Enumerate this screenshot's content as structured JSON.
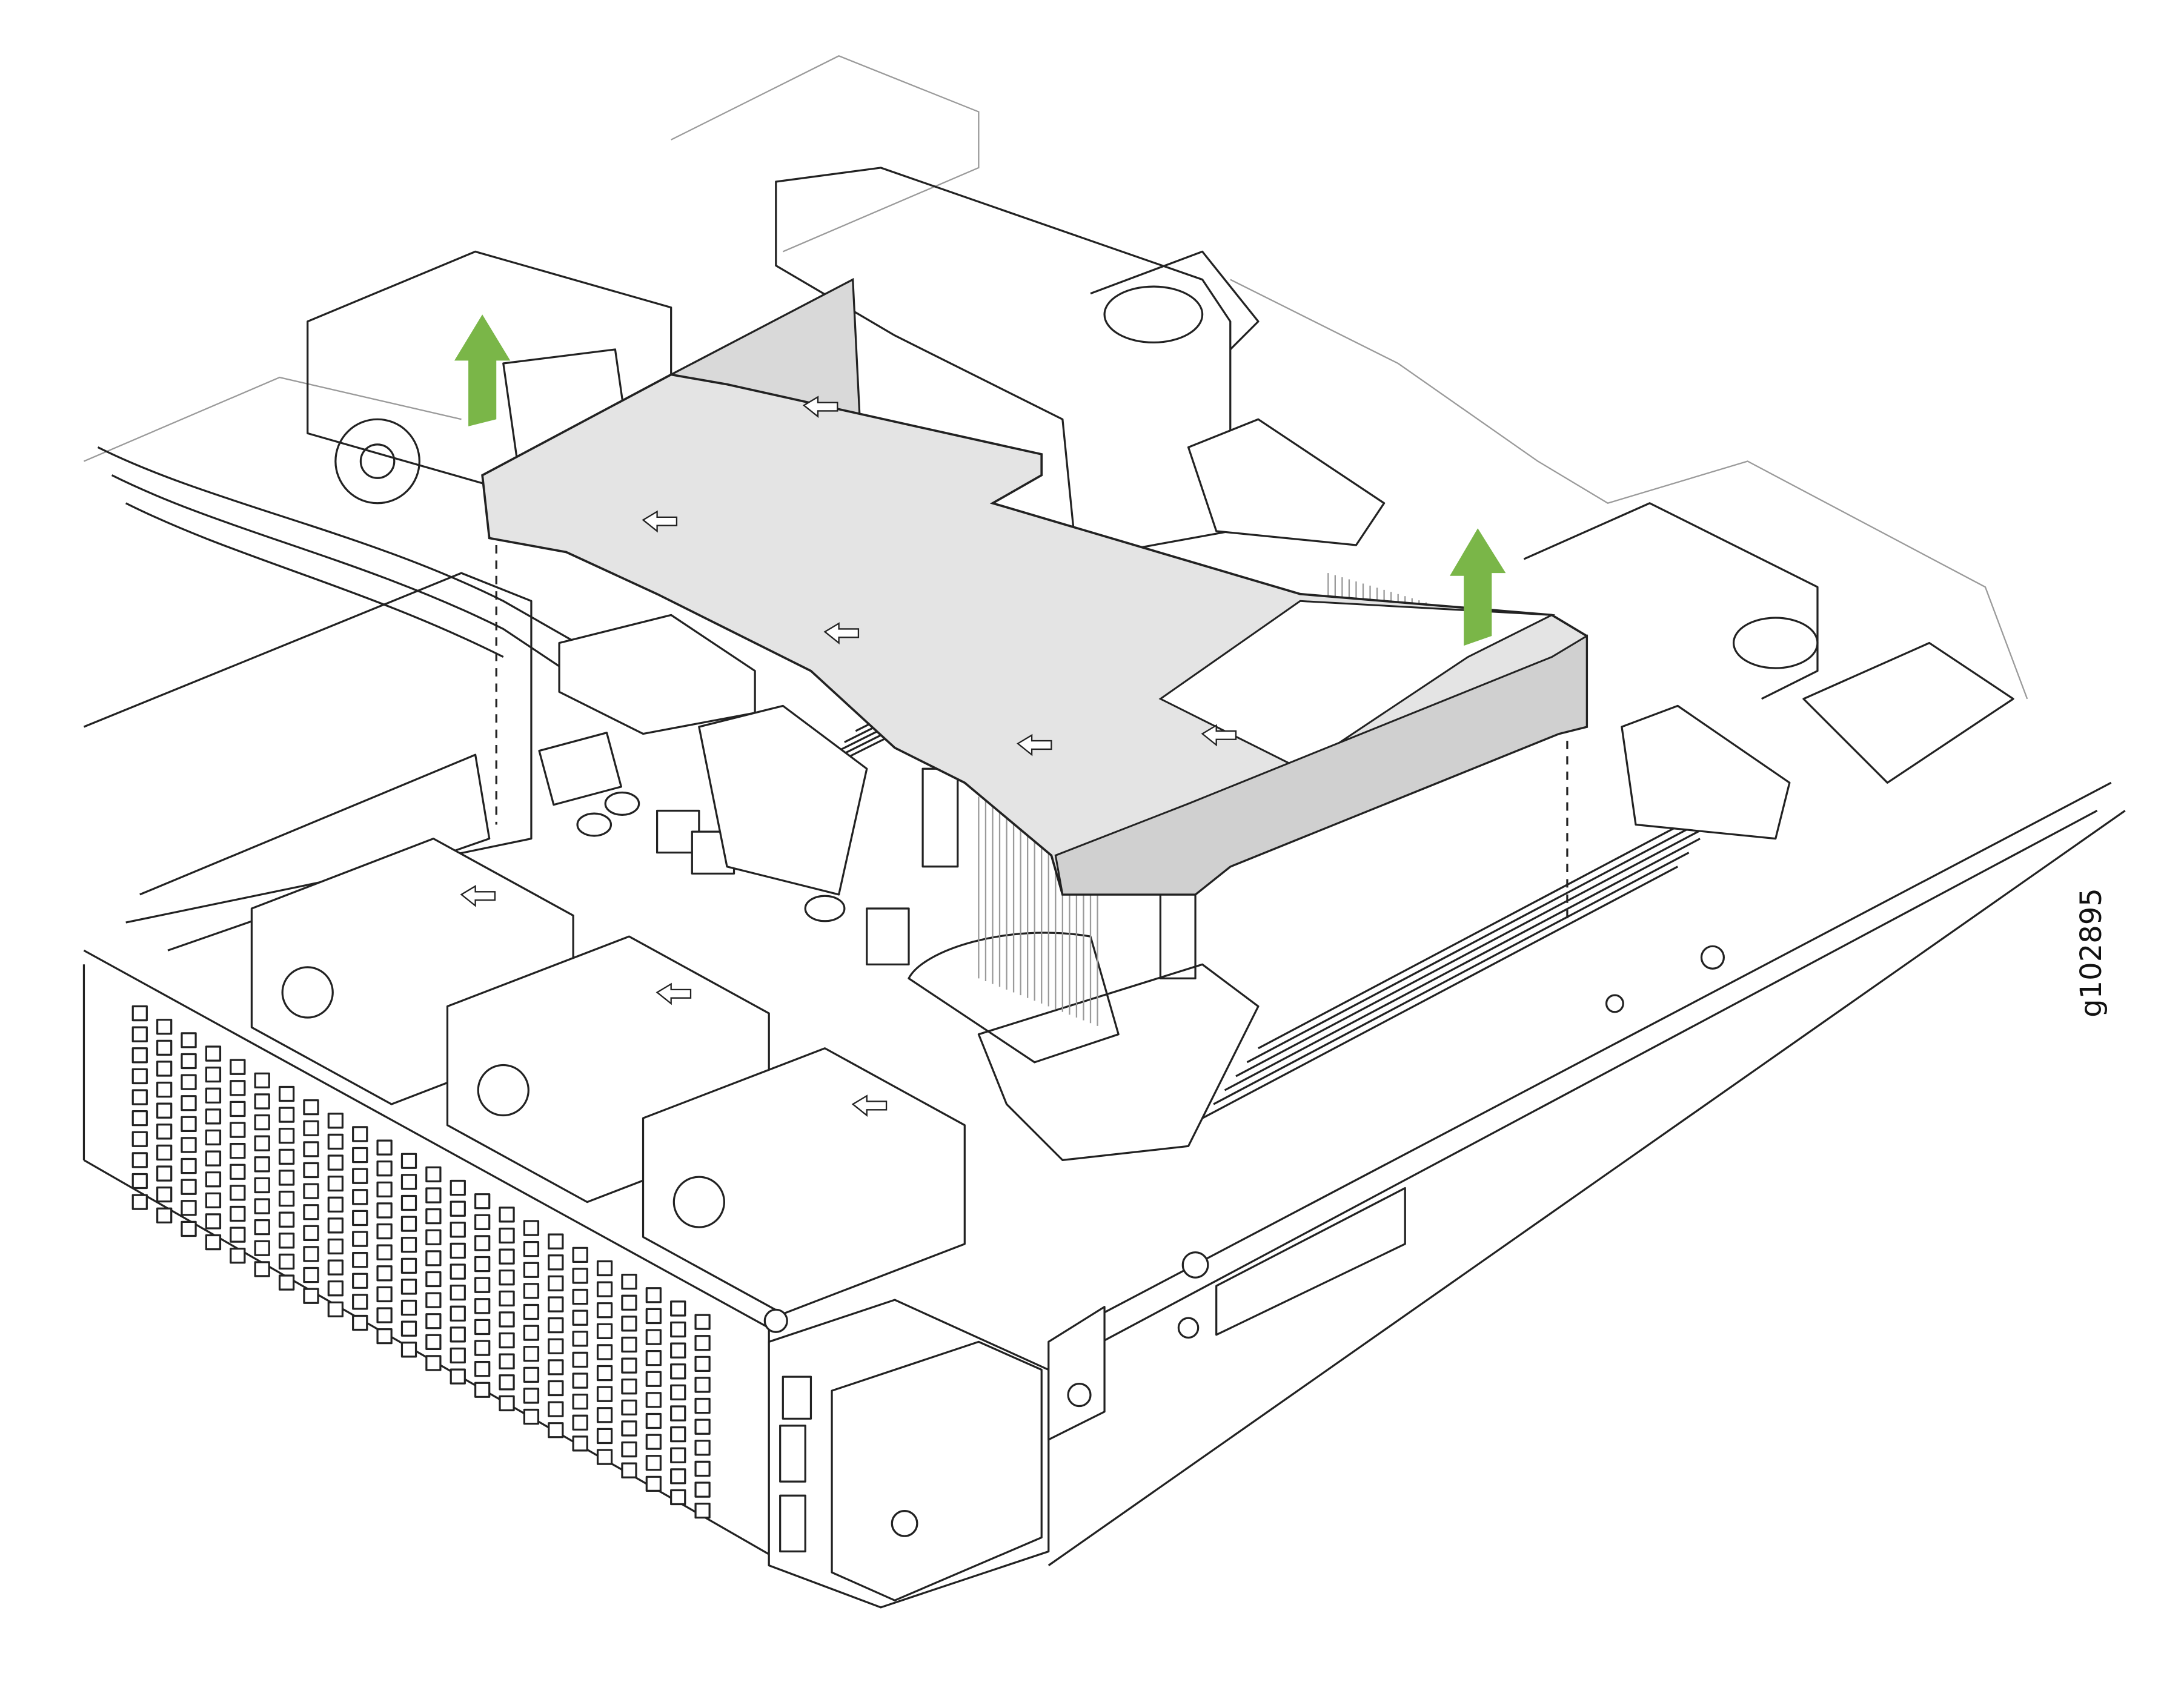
{
  "figure": {
    "id_label": "g102895",
    "colors": {
      "lift_arrow": "#7ab648",
      "air_duct": "#e4e4e4",
      "outline": "#222222"
    },
    "icons": [
      "lift-up-arrow",
      "lift-up-arrow",
      "airflow-arrow"
    ]
  }
}
